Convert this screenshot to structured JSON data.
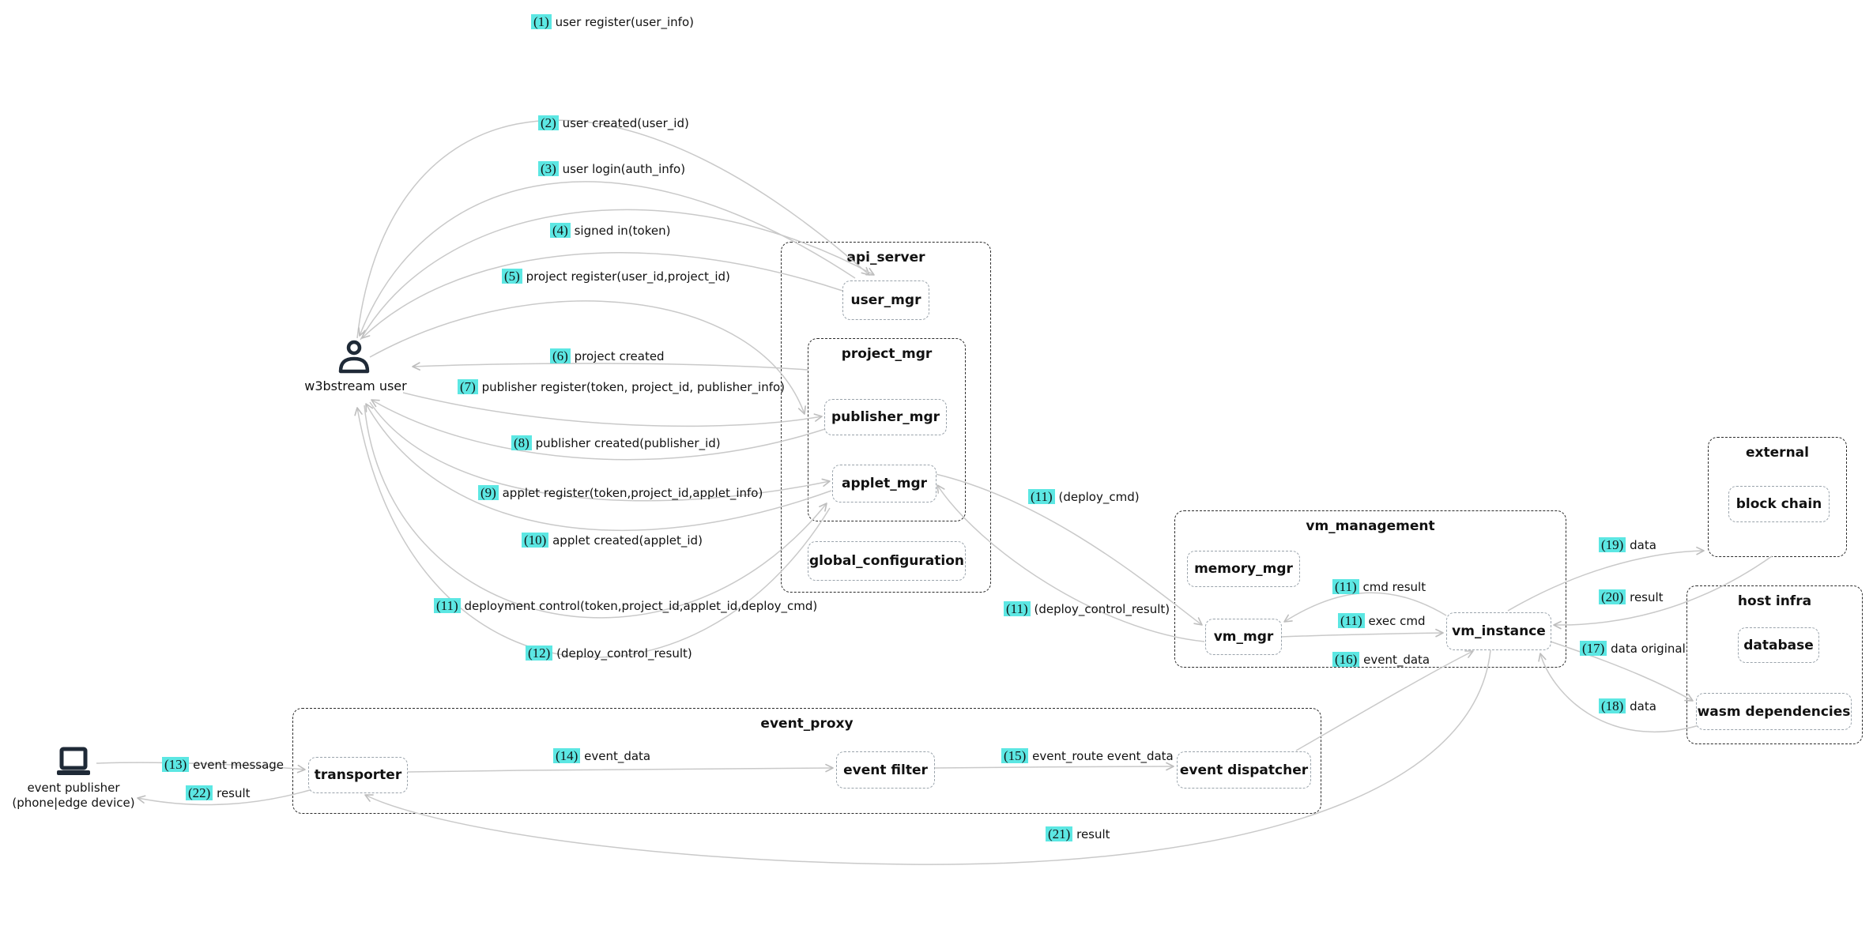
{
  "colors": {
    "badge_highlight": "#5ce7e3",
    "arrow": "#c9c9c9",
    "container_border": "#2b2b2b",
    "node_border": "#9aa3ab",
    "text": "#111111",
    "actor_icon": "#1f2a37"
  },
  "actors": {
    "w3bstream_user": {
      "label": "w3bstream user",
      "icon": "person-icon"
    },
    "event_publisher": {
      "label": "event publisher",
      "sublabel": "(phone|edge device)",
      "icon": "laptop-icon"
    }
  },
  "containers": {
    "api_server": {
      "label": "api_server"
    },
    "project_mgr": {
      "label": "project_mgr"
    },
    "vm_management": {
      "label": "vm_management"
    },
    "external": {
      "label": "external"
    },
    "host_infra": {
      "label": "host infra"
    },
    "event_proxy": {
      "label": "event_proxy"
    }
  },
  "nodes": {
    "user_mgr": {
      "label": "user_mgr"
    },
    "publisher_mgr": {
      "label": "publisher_mgr"
    },
    "applet_mgr": {
      "label": "applet_mgr"
    },
    "global_configuration": {
      "label": "global_configuration"
    },
    "memory_mgr": {
      "label": "memory_mgr"
    },
    "vm_mgr": {
      "label": "vm_mgr"
    },
    "vm_instance": {
      "label": "vm_instance"
    },
    "block_chain": {
      "label": "block chain"
    },
    "database": {
      "label": "database"
    },
    "wasm_dependencies": {
      "label": "wasm dependencies"
    },
    "transporter": {
      "label": "transporter"
    },
    "event_filter": {
      "label": "event filter"
    },
    "event_dispatcher": {
      "label": "event dispatcher"
    }
  },
  "edges": [
    {
      "num": "(1)",
      "label": "user register(user_info)"
    },
    {
      "num": "(2)",
      "label": "user created(user_id)"
    },
    {
      "num": "(3)",
      "label": "user login(auth_info)"
    },
    {
      "num": "(4)",
      "label": "signed in(token)"
    },
    {
      "num": "(5)",
      "label": "project register(user_id,project_id)"
    },
    {
      "num": "(6)",
      "label": "project created"
    },
    {
      "num": "(7)",
      "label": "publisher register(token, project_id, publisher_info)"
    },
    {
      "num": "(8)",
      "label": "publisher created(publisher_id)"
    },
    {
      "num": "(9)",
      "label": "applet register(token,project_id,applet_info)"
    },
    {
      "num": "(10)",
      "label": "applet created(applet_id)"
    },
    {
      "num": "(11)",
      "label": "deployment control(token,project_id,applet_id,deploy_cmd)"
    },
    {
      "num": "(12)",
      "label": "(deploy_control_result)"
    },
    {
      "num": "(11)",
      "label": "(deploy_cmd)"
    },
    {
      "num": "(11)",
      "label": "(deploy_control_result)"
    },
    {
      "num": "(11)",
      "label": "cmd result"
    },
    {
      "num": "(11)",
      "label": "exec cmd"
    },
    {
      "num": "(16)",
      "label": "event_data"
    },
    {
      "num": "(19)",
      "label": "data"
    },
    {
      "num": "(20)",
      "label": "result"
    },
    {
      "num": "(17)",
      "label": "data original"
    },
    {
      "num": "(18)",
      "label": "data"
    },
    {
      "num": "(13)",
      "label": "event message"
    },
    {
      "num": "(22)",
      "label": "result"
    },
    {
      "num": "(14)",
      "label": "event_data"
    },
    {
      "num": "(15)",
      "label": "event_route event_data"
    },
    {
      "num": "(21)",
      "label": "result"
    }
  ]
}
